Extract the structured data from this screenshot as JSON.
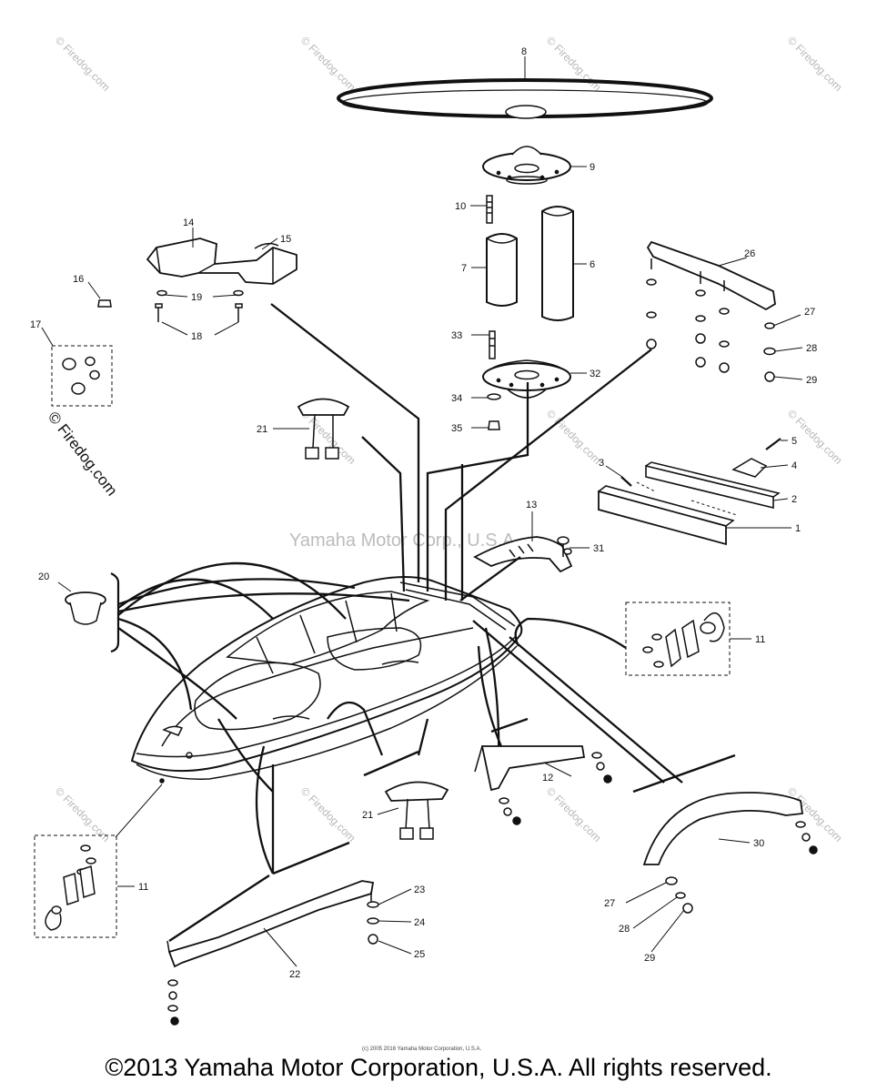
{
  "diagram": {
    "callouts": [
      "1",
      "2",
      "3",
      "4",
      "5",
      "6",
      "7",
      "8",
      "9",
      "10",
      "11",
      "12",
      "13",
      "14",
      "15",
      "16",
      "17",
      "18",
      "19",
      "20",
      "21",
      "22",
      "23",
      "24",
      "25",
      "26",
      "27",
      "28",
      "29",
      "30",
      "31",
      "32",
      "33",
      "34",
      "35"
    ],
    "center_watermark": "Yamaha Motor Corp., U.S.A.",
    "tile_watermark": "© Firedog.com",
    "side_watermark": "© Firedog.com",
    "small_print": "(c) 2005 2016 Yamaha Motor Corporation, U.S.A."
  },
  "footer": {
    "copyright": "©2013 Yamaha Motor Corporation, U.S.A. All rights reserved."
  }
}
